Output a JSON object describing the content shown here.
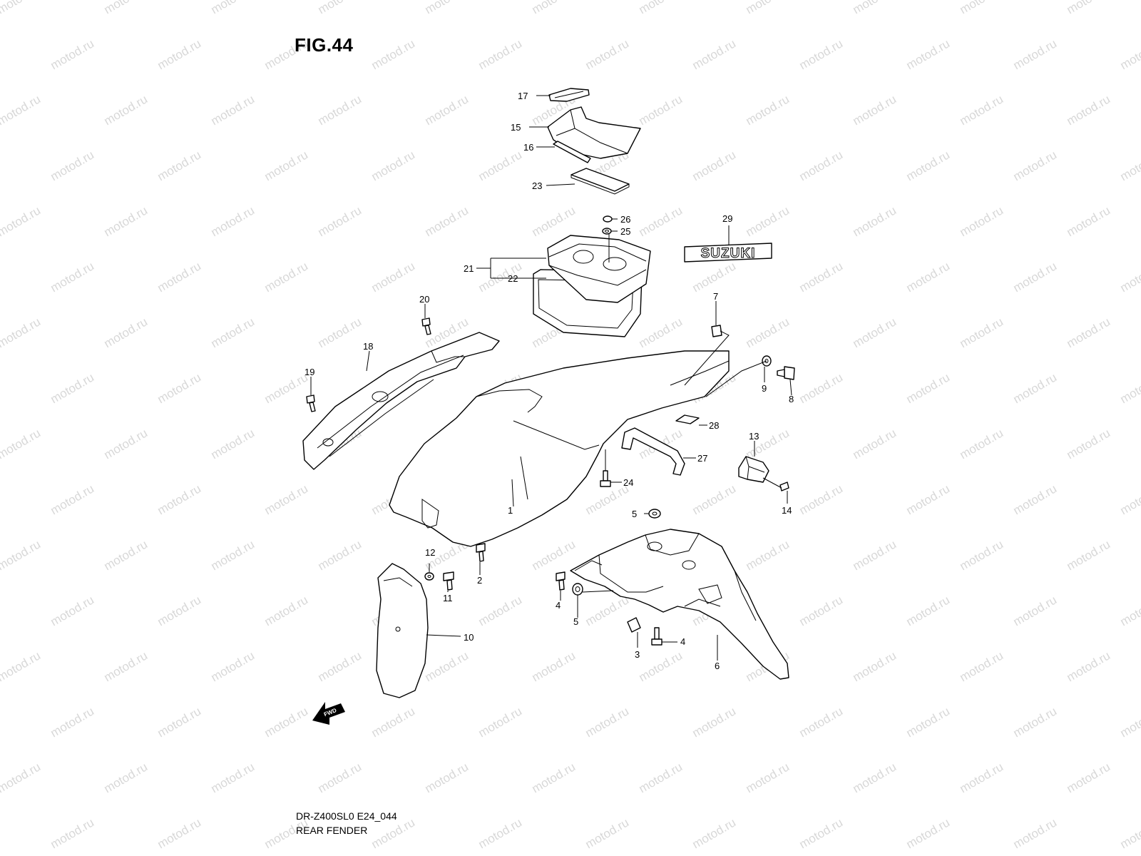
{
  "figure_title": "FIG.44",
  "footer": {
    "model_code": "DR-Z400SL0 E24_044",
    "section_name": "REAR FENDER"
  },
  "watermark_text": "motod.ru",
  "emblem_text": "SUZUKI",
  "fwd_arrow_text": "FWD",
  "callouts": {
    "c1": "1",
    "c2": "2",
    "c3": "3",
    "c4a": "4",
    "c4b": "4",
    "c5a": "5",
    "c5b": "5",
    "c6": "6",
    "c7": "7",
    "c8": "8",
    "c9": "9",
    "c10": "10",
    "c11": "11",
    "c12": "12",
    "c13": "13",
    "c14": "14",
    "c15": "15",
    "c16": "16",
    "c17": "17",
    "c18": "18",
    "c19": "19",
    "c20": "20",
    "c21": "21",
    "c22": "22",
    "c23": "23",
    "c24": "24",
    "c25": "25",
    "c26": "26",
    "c27": "27",
    "c28": "28",
    "c29": "29"
  }
}
